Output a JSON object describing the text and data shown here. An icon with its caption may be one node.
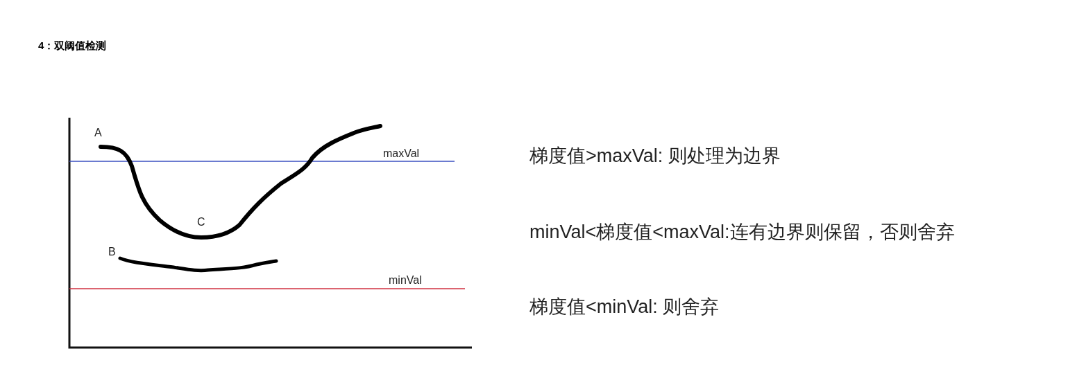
{
  "diagram": {
    "title": "4：双阈值检测",
    "labels": [
      "A",
      "maxVal",
      "C",
      "B",
      "minVal",
      "梯度值>maxVal: 则处理为边界",
      "minVal<梯度值<maxVal:连有边界则保留，否则舍弃",
      "梯度值<minVal: 则舍弃"
    ]
  }
}
